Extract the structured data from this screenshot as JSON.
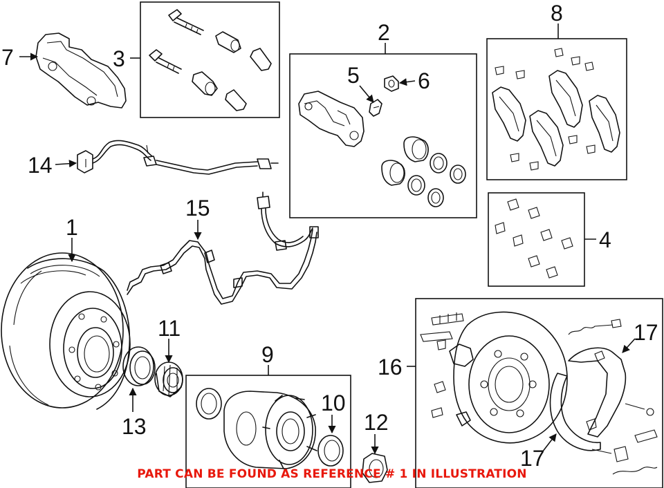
{
  "callouts": {
    "c1": "1",
    "c2": "2",
    "c3": "3",
    "c4": "4",
    "c5": "5",
    "c6": "6",
    "c7": "7",
    "c8": "8",
    "c9": "9",
    "c10": "10",
    "c11": "11",
    "c12": "12",
    "c13": "13",
    "c14": "14",
    "c15": "15",
    "c16": "16",
    "c17a": "17",
    "c17b": "17"
  },
  "footer": {
    "note": "PART CAN BE FOUND AS REFERENCE # 1 IN ILLUSTRATION",
    "color": "#e8180c"
  },
  "colors": {
    "line": "#111111",
    "background": "#ffffff"
  }
}
